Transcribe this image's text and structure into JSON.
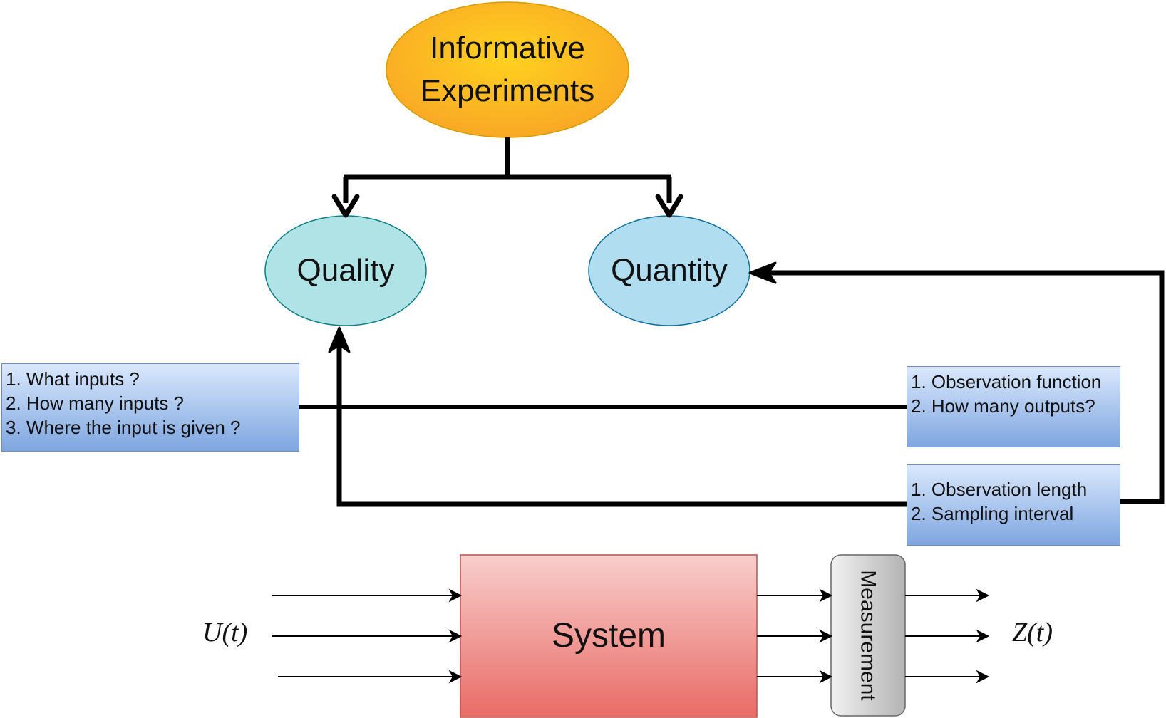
{
  "nodes": {
    "informative": {
      "line1": "Informative",
      "line2": "Experiments",
      "fill": "#f9a825"
    },
    "quality": {
      "label": "Quality",
      "fill": "#b0e3e6"
    },
    "quantity": {
      "label": "Quantity",
      "fill": "#b1ddf0"
    },
    "system": {
      "label": "System",
      "fill": "#f19c99"
    },
    "measurement": {
      "label": "Measurement",
      "fill": "#cccccc"
    }
  },
  "boxes": {
    "inputs": [
      "1. What inputs ?",
      "2. How many inputs ?",
      "3. Where the input is given ?"
    ],
    "outputs": [
      "1. Observation function",
      "2. How many outputs?"
    ],
    "observation": [
      "1. Observation length",
      "2. Sampling interval"
    ]
  },
  "signals": {
    "input": "U(t)",
    "output": "Z(t)"
  },
  "colors": {
    "box_border": "#6c8ebf",
    "box_fill": "#7ea6e0"
  }
}
